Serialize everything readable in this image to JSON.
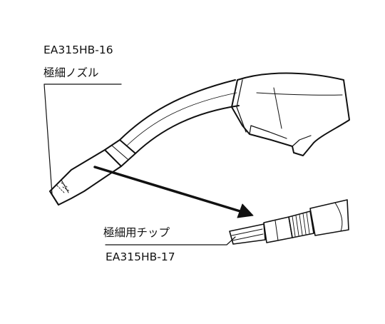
{
  "callouts": {
    "nozzle": {
      "code": "EA315HB-16",
      "name": "極細ノズル"
    },
    "tip": {
      "name": "極細用チップ",
      "code": "EA315HB-17"
    }
  },
  "colors": {
    "line": "#111111",
    "background": "#ffffff"
  }
}
